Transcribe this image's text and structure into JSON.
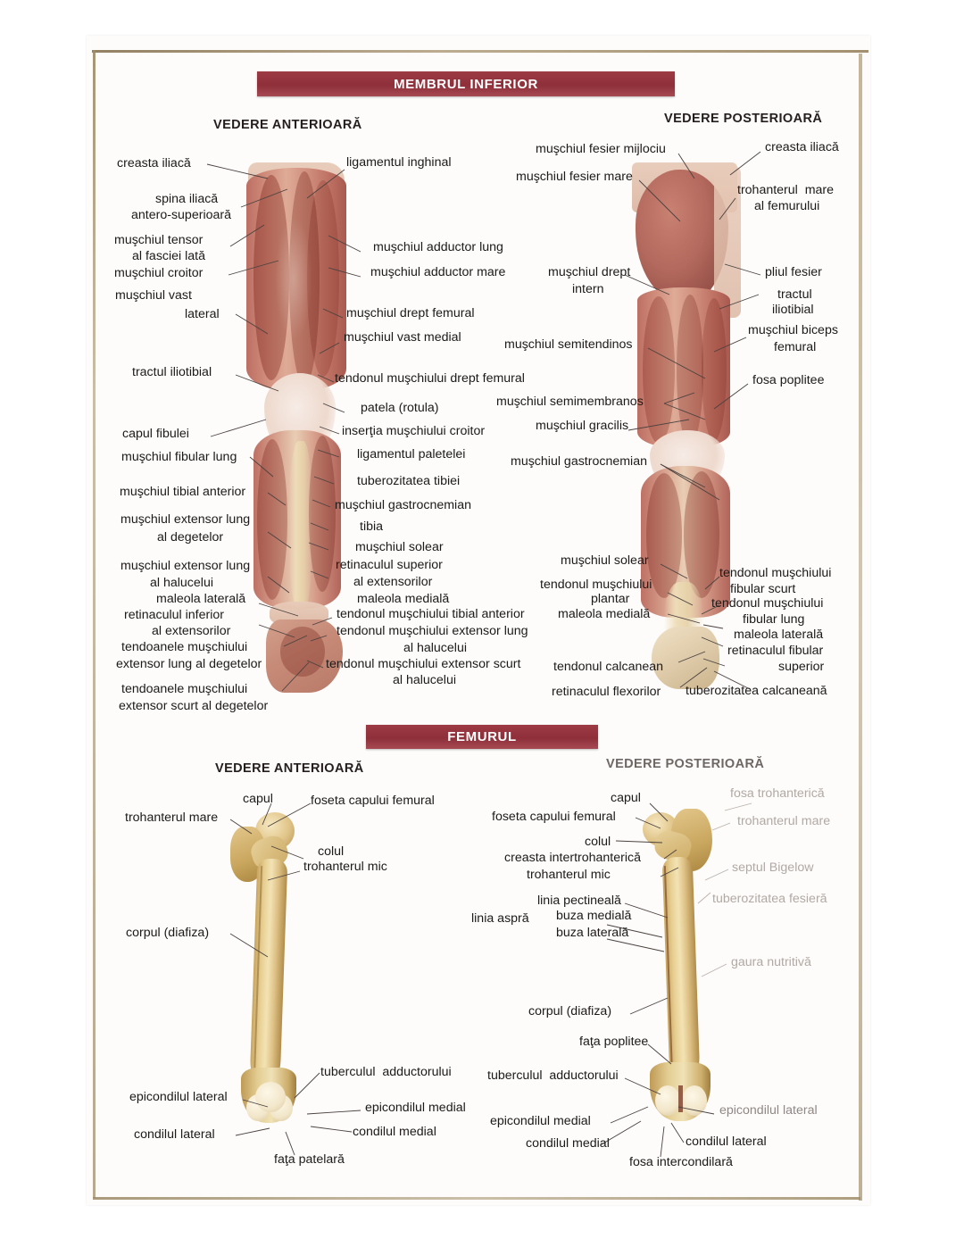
{
  "page": {
    "background_color": "#ffffff",
    "paper_color": "#fdfcfa",
    "banner_color": "#9c3842"
  },
  "sections": [
    {
      "id": "membrul-inferior",
      "banner_label": "MEMBRUL INFERIOR"
    },
    {
      "id": "femurul",
      "banner_label": "FEMURUL"
    }
  ],
  "limb": {
    "anterior_title": "VEDERE ANTERIOARĂ",
    "posterior_title": "VEDERE POSTERIOARĂ",
    "anterior_left_labels": [
      "creasta iliacă",
      "spina iliacă",
      "antero-superioară",
      "muşchiul tensor",
      "al fasciei lată",
      "muşchiul croitor",
      "muşchiul vast",
      "lateral",
      "tractul iliotibial",
      "capul fibulei",
      "muşchiul fibular lung",
      "muşchiul tibial anterior",
      "muşchiul extensor lung",
      "al degetelor",
      "muşchiul extensor lung",
      "al halucelui",
      "maleola laterală",
      "retinaculul inferior",
      "al extensorilor",
      "tendoanele muşchiului",
      "extensor lung al degetelor",
      "tendoanele muşchiului",
      "extensor scurt al degetelor"
    ],
    "anterior_right_labels": [
      "ligamentul inghinal",
      "muşchiul adductor lung",
      "muşchiul adductor mare",
      "muşchiul drept femural",
      "muşchiul vast medial",
      "tendonul muşchiului drept femural",
      "patela (rotula)",
      "inserţia muşchiului croitor",
      "ligamentul paletelei",
      "tuberozitatea tibiei",
      "muşchiul gastrocnemian",
      "tibia",
      "muşchiul solear",
      "retinaculul superior",
      "al extensorilor",
      "maleola medială",
      "tendonul muşchiului tibial anterior",
      "tendonul muşchiului extensor lung",
      "al halucelui",
      "tendonul muşchiului extensor scurt",
      "al halucelui"
    ],
    "posterior_left_labels": [
      "muşchiul fesier mijlociu",
      "muşchiul fesier mare",
      "muşchiul drept",
      "intern",
      "muşchiul semitendinos",
      "muşchiul semimembranos",
      "muşchiul gracilis",
      "muşchiul gastrocnemian",
      "muşchiul solear",
      "tendonul muşchiului",
      "plantar",
      "maleola medială",
      "tendonul calcanean",
      "retinaculul flexorilor"
    ],
    "posterior_right_labels": [
      "creasta iliacă",
      "trohanterul  mare",
      "al femurului",
      "pliul fesier",
      "tractul",
      "iliotibial",
      "muşchiul biceps",
      "femural",
      "fosa poplitee",
      "tendonul muşchiului",
      "fibular scurt",
      "tendonul muşchiului",
      "fibular lung",
      "maleola laterală",
      "retinaculul fibular",
      "superior",
      "tuberozitatea calcaneană"
    ]
  },
  "femur": {
    "anterior_title": "VEDERE ANTERIOARĂ",
    "posterior_title": "VEDERE POSTERIOARĂ",
    "anterior_labels": [
      "capul",
      "foseta capului femural",
      "trohanterul mare",
      "colul",
      "trohanterul mic",
      "corpul (diafiza)",
      "tuberculul  adductorului",
      "epicondilul lateral",
      "epicondilul medial",
      "condilul lateral",
      "condilul medial",
      "faţa patelară"
    ],
    "posterior_labels": [
      "capul",
      "foseta capului femural",
      "colul",
      "creasta intertrohanterică",
      "trohanterul mic",
      "linia pectineală",
      "linia aspră",
      "buza medială",
      "buza laterală",
      "fosa trohanterică",
      "trohanterul mare",
      "septul Bigelow",
      "tuberozitatea fesieră",
      "gaura nutritivă",
      "corpul (diafiza)",
      "faţa poplitee",
      "tuberculul  adductorului",
      "epicondilul medial",
      "epicondilul lateral",
      "condilul medial",
      "condilul lateral",
      "fosa intercondilară"
    ]
  }
}
